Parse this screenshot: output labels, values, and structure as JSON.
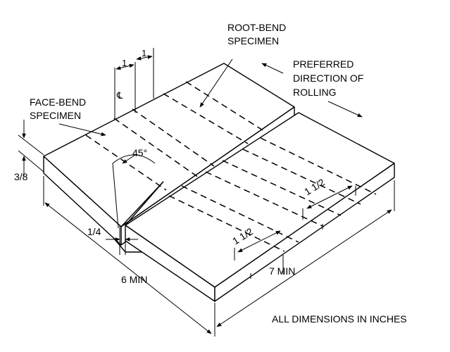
{
  "labels": {
    "root_bend_line1": "ROOT-BEND",
    "root_bend_line2": "SPECIMEN",
    "preferred_line1": "PREFERRED",
    "preferred_line2": "DIRECTION OF",
    "preferred_line3": "ROLLING",
    "face_bend_line1": "FACE-BEND",
    "face_bend_line2": "SPECIMEN",
    "angle": "45°",
    "thickness": "3/8",
    "root_gap": "1/4",
    "width_right_upper": "1 1/2",
    "width_right_lower": "1 1/2",
    "length_left": "6 MIN",
    "length_right": "7 MIN",
    "spacing_a": "1",
    "spacing_b": "1",
    "centerline": "℄",
    "note": "ALL DIMENSIONS IN INCHES"
  },
  "colors": {
    "line": "#000000",
    "background": "#ffffff"
  }
}
